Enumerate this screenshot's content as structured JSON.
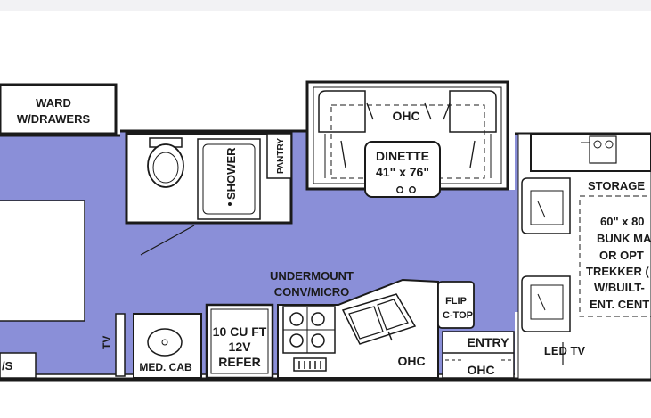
{
  "floorplan": {
    "colors": {
      "floor": "#8a8fd8",
      "wall": "#1a1a1a",
      "fixture": "#ffffff",
      "background": "#ffffff"
    },
    "labels": {
      "ward_line1": "WARD",
      "ward_line2": "W/DRAWERS",
      "shower": "SHOWER",
      "pantry": "PANTRY",
      "ohc_dinette": "OHC",
      "dinette_line1": "DINETTE",
      "dinette_line2": "41\" x 76\"",
      "storage": "STORAGE",
      "bunk_line1": "60\" x 80",
      "bunk_line2": "BUNK MA",
      "bunk_line3": "OR OPT",
      "bunk_line4": "TREKKER (",
      "bunk_line5": "W/BUILT-",
      "bunk_line6": "ENT. CENT",
      "undermount_line1": "UNDERMOUNT",
      "undermount_line2": "CONV/MICRO",
      "flip_line1": "FLIP",
      "flip_line2": "C-TOP",
      "entry": "ENTRY",
      "ohc_galley": "OHC",
      "ohc_entry": "OHC",
      "led_tv": "LED TV",
      "tv": "TV",
      "med_cab": "MED. CAB",
      "refer_line1": "10 CU FT",
      "refer_line2": "12V",
      "refer_line3": "REFER",
      "ws": "/S"
    }
  }
}
